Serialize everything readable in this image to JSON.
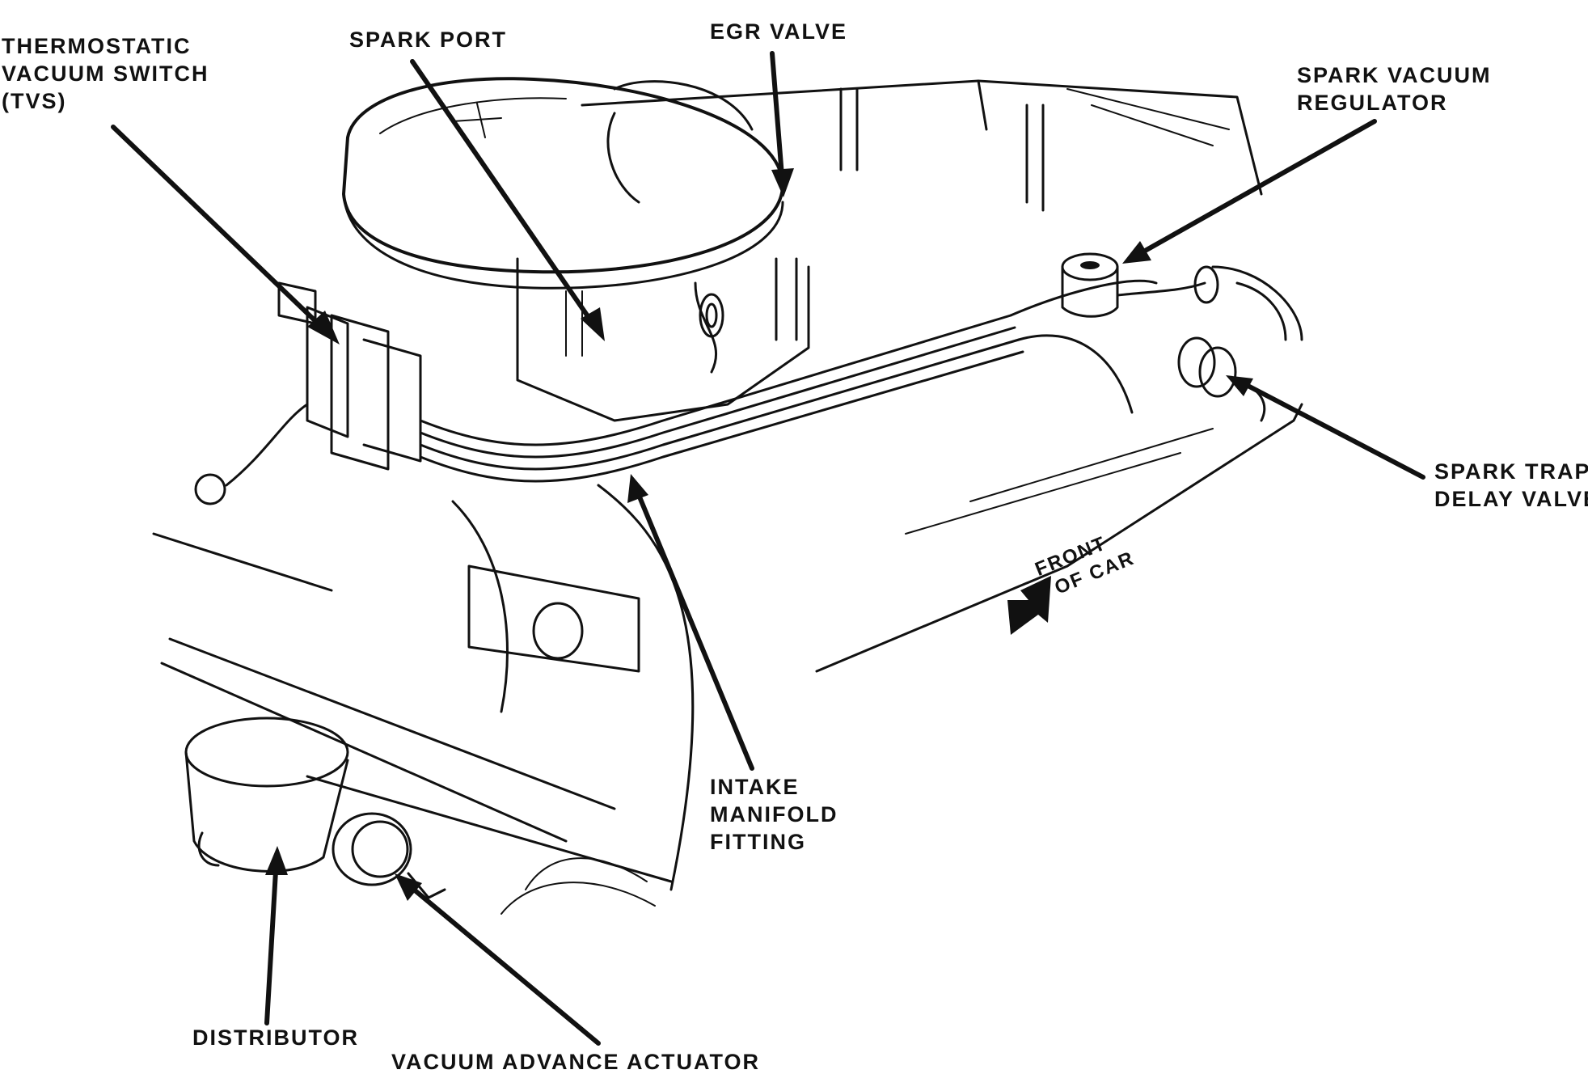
{
  "diagram": {
    "labels": {
      "tvs": [
        "THERMOSTATIC",
        "VACUUM SWITCH",
        "(TVS)"
      ],
      "spark_port": "SPARK PORT",
      "egr_valve": "EGR VALVE",
      "spark_vacuum_regulator": [
        "SPARK VACUUM",
        "REGULATOR"
      ],
      "spark_trap_delay_valve": [
        "SPARK TRAP",
        "DELAY VALVE"
      ],
      "front_of_car": [
        "FRONT",
        "OF CAR"
      ],
      "intake_manifold_fitting": [
        "INTAKE",
        "MANIFOLD",
        "FITTING"
      ],
      "distributor": "DISTRIBUTOR",
      "vacuum_advance_actuator": "VACUUM ADVANCE ACTUATOR"
    }
  }
}
